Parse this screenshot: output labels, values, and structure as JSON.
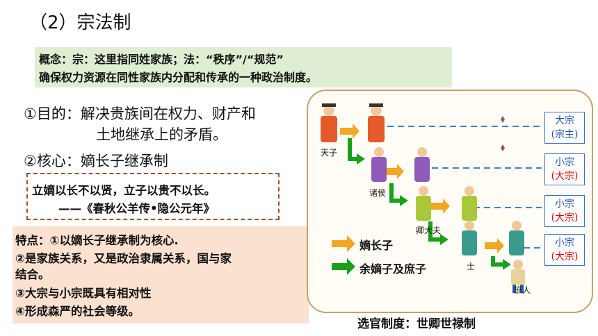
{
  "title": "（2）宗法制",
  "concept": {
    "line1": "概念：宗：这里指同姓家族；法：“秩序”/“规范”",
    "line2": "确保权力资源在同性家族内分配和传承的一种政治制度。"
  },
  "purpose": {
    "line1": "①目的：解决贵族间在权力、财产和",
    "line2": "土地继承上的矛盾。"
  },
  "core": "②核心：嫡长子继承制",
  "quote": {
    "line1": "立嫡以长不以贤，立子以贵不以长。",
    "line2": "——《春秋公羊传•隐公元年》"
  },
  "features": {
    "line1": "特点：①以嫡长子继承制为核心.",
    "line2": "②是家族关系，又是政治隶属关系，国与家",
    "line3": "结合。",
    "line4": "③大宗与小宗既具有相对性",
    "line5": "④形成森严的社会等级。"
  },
  "diagram": {
    "ranks": {
      "tianzi": "天子",
      "zhuhou": "诸侯",
      "qingdafu": "卿大夫",
      "shi": "士",
      "shuren": "庶人"
    },
    "boxes": [
      {
        "top": "大宗",
        "sub": "(宗主)",
        "sub_color": "#1f4fb0"
      },
      {
        "top": "小宗",
        "sub": "(大宗)",
        "sub_color": "#e00000"
      },
      {
        "top": "小宗",
        "sub": "(大宗)",
        "sub_color": "#e00000"
      },
      {
        "top": "小宗",
        "sub": "(大宗)",
        "sub_color": "#e00000"
      }
    ],
    "legend": {
      "eldest": "嫡长子",
      "others": "余嫡子及庶子"
    },
    "colors": {
      "orange_arrow": "#f5a623",
      "green_arrow": "#1aa01a",
      "dash_line": "#3a7fd5",
      "frame": "#c9a06b"
    }
  },
  "caption": "选官制度：世卿世禄制"
}
